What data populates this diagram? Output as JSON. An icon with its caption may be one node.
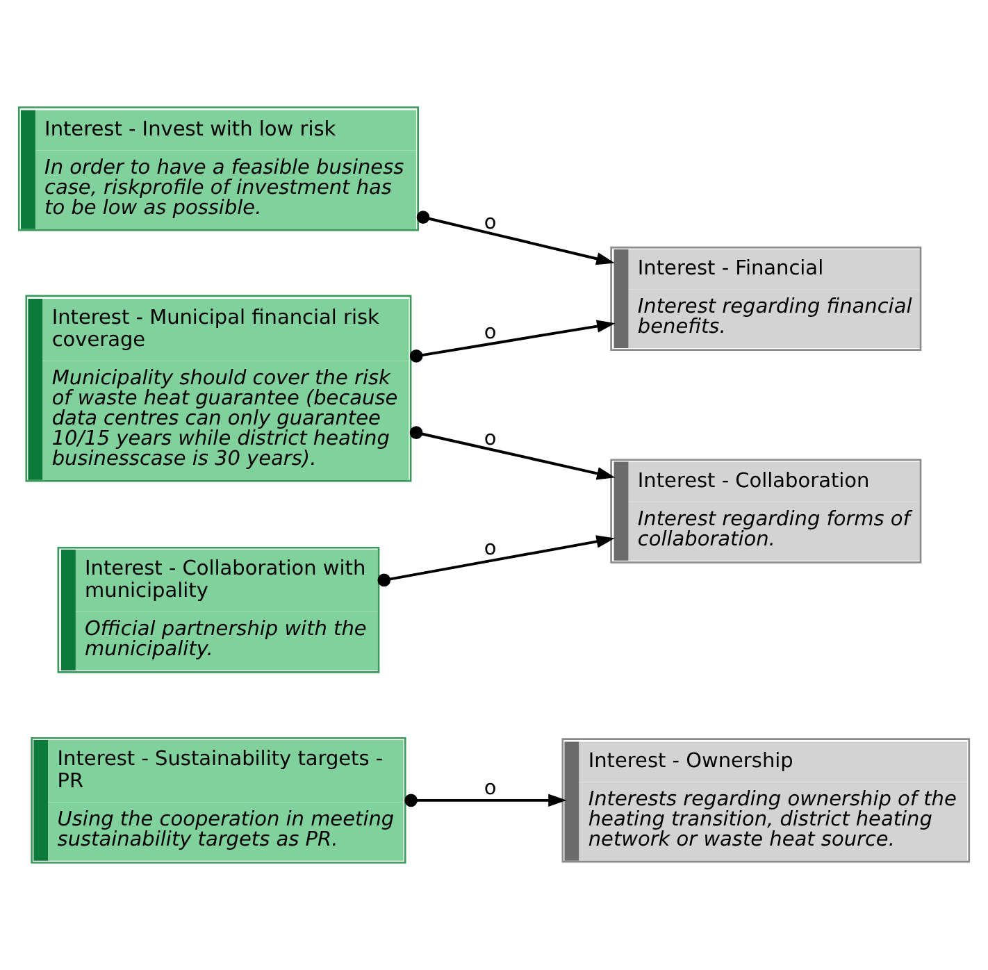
{
  "diagram": {
    "nodes": [
      {
        "text": [
          "Interest - Sustainability targets - PR",
          "Using the cooperation in meeting sustainability targets as PR."
        ]
      },
      {
        "text": [
          "Interest - Ownership",
          "Interests regarding ownership of the heating transition, district heating network or waste heat source."
        ]
      },
      {
        "text": [
          "Interest - Invest with low risk",
          "In order to have a feasible business case, riskprofile of investment has to be low as possible."
        ]
      },
      {
        "text": [
          "Interest - Financial",
          "Interest regarding financial benefits."
        ]
      },
      {
        "text": [
          "Interest - Municipal financial risk coverage",
          "Municipality should cover the risk of waste heat guarantee (because data centres can only guarantee 10/15 years while district heating businesscase is 30 years)."
        ]
      },
      {
        "text": [
          "Interest - Collaboration with municipality",
          "Official partnership with the municipality."
        ]
      },
      {
        "text": [
          "Interest - Collaboration",
          "Interest regarding forms of collaboration."
        ]
      }
    ],
    "edges": [
      {
        "from": 0,
        "to": 1,
        "arrow": "to",
        "label": "o"
      },
      {
        "from": 2,
        "to": 3,
        "arrow": "to",
        "label": "o"
      },
      {
        "from": 4,
        "to": 3,
        "arrow": "to",
        "label": "o"
      },
      {
        "from": 4,
        "to": 6,
        "arrow": "to",
        "label": "o"
      },
      {
        "from": 5,
        "to": 6,
        "arrow": "to",
        "label": "o"
      }
    ]
  }
}
